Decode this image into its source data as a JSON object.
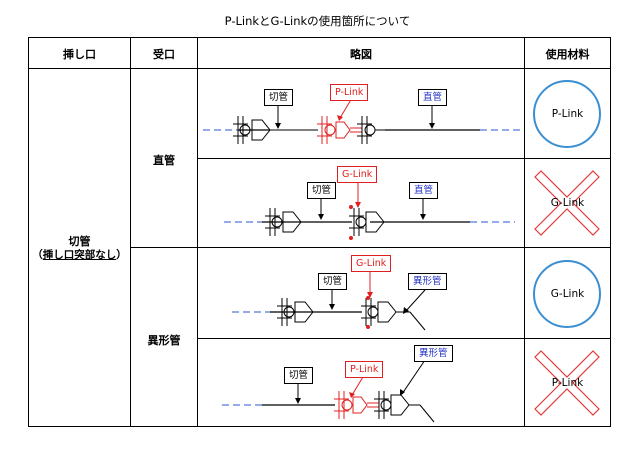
{
  "title": "P-LinkとG-Linkの使用箇所について",
  "headers": {
    "insert": "挿し口",
    "receive": "受口",
    "diagram": "略図",
    "material": "使用材料"
  },
  "insert_type": {
    "main": "切管",
    "sub_open": "（",
    "sub_underlined": "挿し口突部なし",
    "sub_close": "）"
  },
  "receive_types": [
    "直管",
    "異形管"
  ],
  "diagrams": {
    "cut_pipe": "切管",
    "straight_pipe": "直管",
    "fitting": "異形管",
    "p_link": "P-Link",
    "g_link": "G-Link"
  },
  "materials": [
    {
      "label": "P-Link",
      "verdict": "ok"
    },
    {
      "label": "G-Link",
      "verdict": "ng"
    },
    {
      "label": "G-Link",
      "verdict": "ok"
    },
    {
      "label": "P-Link",
      "verdict": "ng"
    }
  ],
  "colors": {
    "ok_circle": "#3b8fd1",
    "ng_cross": "#e03a3a",
    "red_label": "#e02020",
    "blue_label": "#2030c8",
    "dash_line": "#5577dd"
  }
}
